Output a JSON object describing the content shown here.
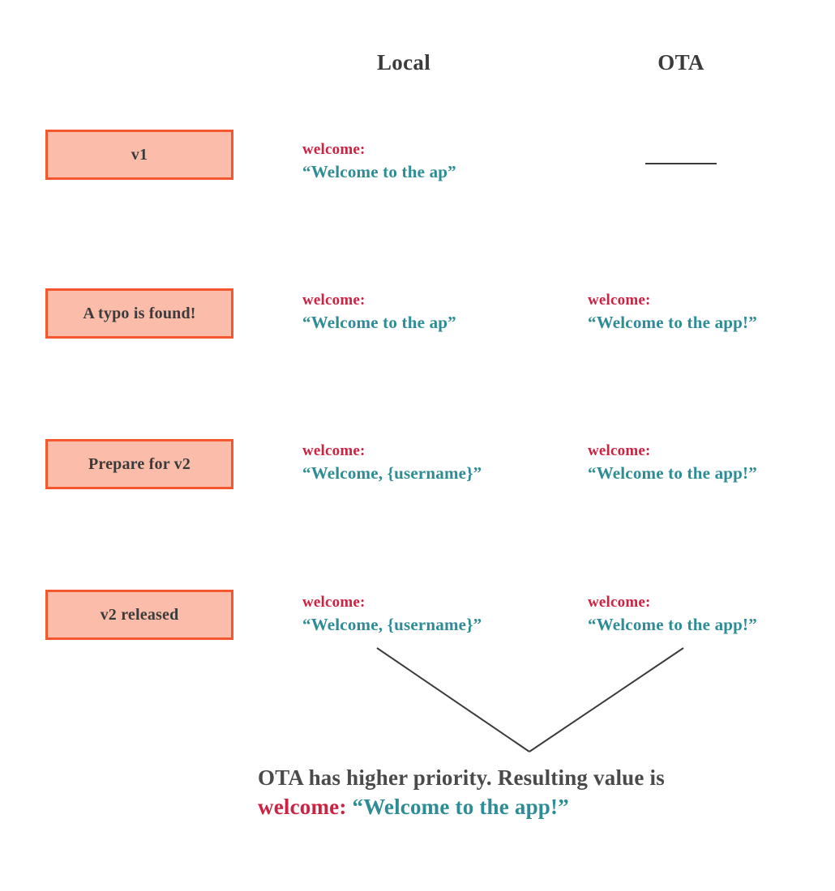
{
  "columns": {
    "local_label": "Local",
    "ota_label": "OTA",
    "empty_marker": "—"
  },
  "key_label": "welcome:",
  "rows": [
    {
      "stage_label": "v1",
      "local": {
        "key": "welcome:",
        "value": "“Welcome to the ap”"
      },
      "ota": {
        "key": "",
        "value": "",
        "empty": true
      }
    },
    {
      "stage_label": "A typo is found!",
      "local": {
        "key": "welcome:",
        "value": "“Welcome to the ap”"
      },
      "ota": {
        "key": "welcome:",
        "value": "“Welcome to the app!”",
        "empty": false
      }
    },
    {
      "stage_label": "Prepare for v2",
      "local": {
        "key": "welcome:",
        "value": "“Welcome, {username}”"
      },
      "ota": {
        "key": "welcome:",
        "value": "“Welcome to the app!”",
        "empty": false
      }
    },
    {
      "stage_label": "v2 released",
      "local": {
        "key": "welcome:",
        "value": "“Welcome, {username}”"
      },
      "ota": {
        "key": "welcome:",
        "value": "“Welcome to the app!”",
        "empty": false
      }
    }
  ],
  "conclusion": {
    "line1": "OTA has higher priority. Resulting value is",
    "key": "welcome:",
    "value": "“Welcome to the app!”"
  },
  "colors": {
    "box_fill": "#fbbcaa",
    "box_border": "#f4572e",
    "key_red": "#cc2343",
    "value_teal": "#2e8c95",
    "text_dark": "#3b3b3b",
    "line_dark": "#3b3b3b",
    "background": "#ffffff"
  }
}
